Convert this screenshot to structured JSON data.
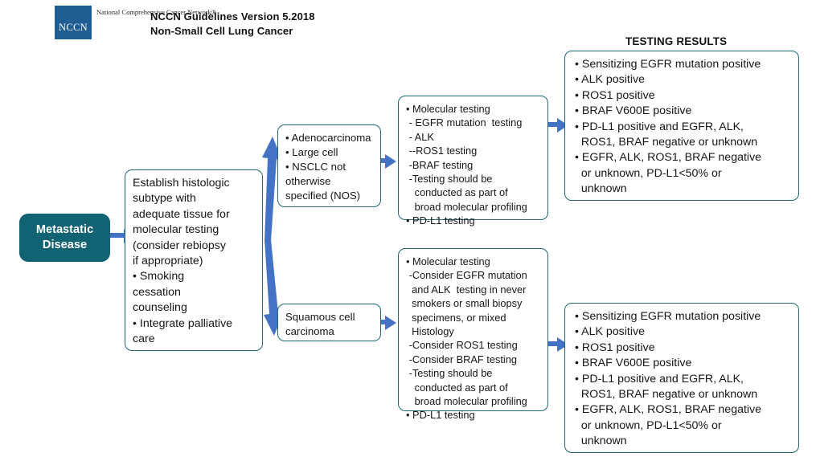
{
  "header": {
    "logo": {
      "mark_text": "NCCN",
      "words": "National\nComprehensive\nCancer\nNetwork®"
    },
    "title_line1": "NCCN Guidelines Version 5.2018",
    "title_line2": "Non-Small Cell Lung Cancer"
  },
  "colors": {
    "node_border": "#1f6a74",
    "start_fill": "#116272",
    "arrow": "#4472c4",
    "highlight_red": "#cc0000",
    "logo_blue": "#1f5d92"
  },
  "labels": {
    "testing_results": "TESTING RESULTS"
  },
  "nodes": {
    "start": {
      "line1": "Metastatic",
      "line2": "Disease"
    },
    "workup": {
      "lines": [
        "Establish histologic",
        "subtype with",
        "adequate tissue for",
        "molecular testing",
        "(consider rebiopsy",
        "if appropriate)",
        "• Smoking",
        "cessation",
        "counseling",
        "• Integrate palliative",
        "care"
      ]
    },
    "histology_nonsquamous": {
      "lines": [
        "• Adenocarcinoma",
        "• Large cell",
        "• NSCLC not",
        "otherwise",
        "specified (NOS)"
      ]
    },
    "histology_squamous": {
      "lines": [
        "Squamous cell",
        "carcinoma"
      ]
    },
    "molecular_testing_top": {
      "lines": [
        "• Molecular testing",
        " - EGFR mutation  testing",
        " - ALK",
        " --ROS1 testing",
        " -BRAF testing",
        " -Testing should be",
        "   conducted as part of",
        "   broad molecular profiling"
      ],
      "highlight": "• PD-L1 testing"
    },
    "molecular_testing_bottom": {
      "lines": [
        "• Molecular testing",
        " -Consider EGFR mutation",
        "  and ALK  testing in never",
        "  smokers or small biopsy",
        "  specimens, or mixed",
        "  Histology",
        " -Consider ROS1 testing",
        " -Consider BRAF testing",
        " -Testing should be",
        "   conducted as part of",
        "   broad molecular profiling"
      ],
      "highlight": "• PD-L1 testing"
    },
    "results_top": {
      "lines": [
        "• Sensitizing EGFR mutation positive",
        "• ALK positive",
        "• ROS1 positive",
        "• BRAF V600E positive",
        "• PD-L1 positive and EGFR, ALK,",
        "  ROS1, BRAF negative or unknown",
        "• EGFR, ALK, ROS1, BRAF negative",
        "  or unknown, PD-L1<50% or",
        "  unknown"
      ]
    },
    "results_bottom": {
      "lines": [
        "• Sensitizing EGFR mutation positive",
        "• ALK positive",
        "• ROS1 positive",
        "• BRAF V600E positive",
        "• PD-L1 positive and EGFR, ALK,",
        "  ROS1, BRAF negative or unknown",
        "• EGFR, ALK, ROS1, BRAF negative",
        "  or unknown, PD-L1<50% or",
        "  unknown"
      ]
    }
  }
}
